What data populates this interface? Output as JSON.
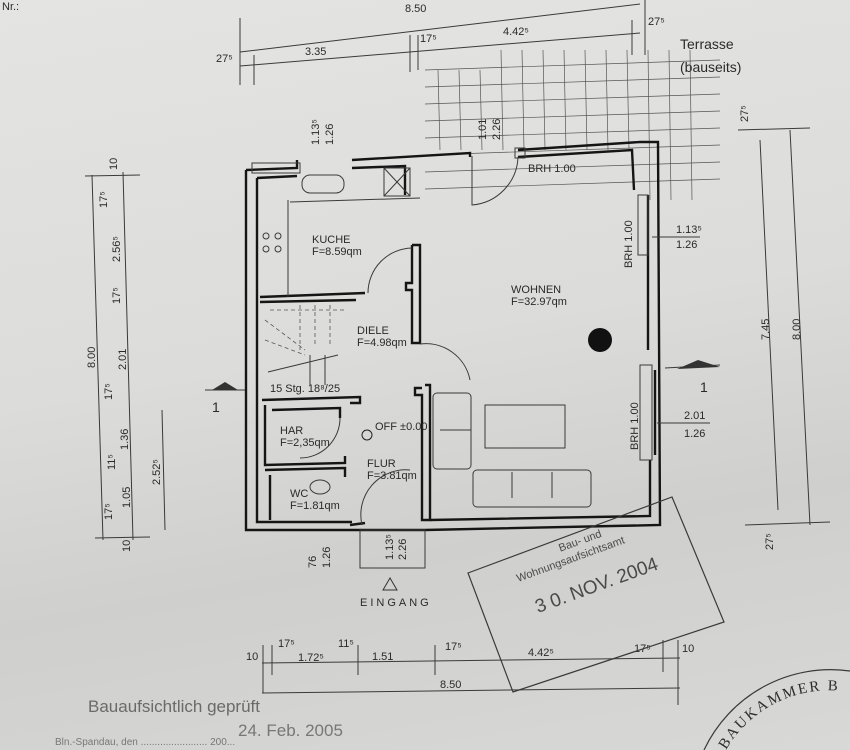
{
  "header": {
    "number_label": "Nr.:"
  },
  "terrace": {
    "line1": "Terrasse",
    "line2": "(bauseits)"
  },
  "dims_top": {
    "total": "8.50",
    "a": "27⁵",
    "b": "3.35",
    "c": "17⁵",
    "d": "4.42⁵",
    "e": "27⁵"
  },
  "dims_left": {
    "total": "8.00",
    "items": [
      "10",
      "17⁵",
      "2.56⁵",
      "17⁵",
      "2.01",
      "17⁵",
      "1.36",
      "11⁵",
      "1.05",
      "17⁵",
      "10",
      "2.52⁵"
    ]
  },
  "dims_right": {
    "top": "27⁵",
    "inner": "7.45",
    "total": "8.00",
    "bottom": "27⁵"
  },
  "dims_bottom": {
    "items": [
      "10",
      "17⁵",
      "1.72⁵",
      "11⁵",
      "1.51",
      "17⁵",
      "4.42⁵",
      "17⁵",
      "10"
    ],
    "total": "8.50"
  },
  "windows": {
    "kitchen": {
      "w": "1.13⁵",
      "h": "1.26"
    },
    "terrace_door": {
      "w": "1.01",
      "h": "2.26"
    },
    "right_upper": {
      "w": "1.13⁵",
      "h": "1.26"
    },
    "right_lower": {
      "w": "2.01",
      "h": "1.26"
    },
    "wc": {
      "w": "76",
      "h": "1.26"
    },
    "entrance": {
      "w": "1.13⁵",
      "h": "2.26"
    },
    "brh_top": "BRH 1.00",
    "brh_right_upper": "BRH 1.00",
    "brh_right_lower": "BRH 1.00"
  },
  "rooms": [
    {
      "name": "KUCHE",
      "area": "F=8.59qm"
    },
    {
      "name": "DIELE",
      "area": "F=4.98qm"
    },
    {
      "name": "WOHNEN",
      "area": "F=32.97qm"
    },
    {
      "name": "HAR",
      "area": "F=2,35qm"
    },
    {
      "name": "FLUR",
      "area": "F=3.81qm"
    },
    {
      "name": "WC",
      "area": "F=1.81qm"
    }
  ],
  "stairs": "15 Stg. 18⁸/25",
  "level": "OFF ±0.00",
  "section_marker": "1",
  "entrance": "EINGANG",
  "stamp": {
    "line1": "Bau- und",
    "line2": "Wohnungsaufsichtsamt",
    "date": "3 0. NOV. 2004"
  },
  "approval": {
    "title": "Bauaufsichtlich geprüft",
    "date": "24. Feb. 2005",
    "place": "Bln.-Spandau, den ........................ 200..."
  },
  "seal": {
    "text": "BAUKAMMER B"
  }
}
